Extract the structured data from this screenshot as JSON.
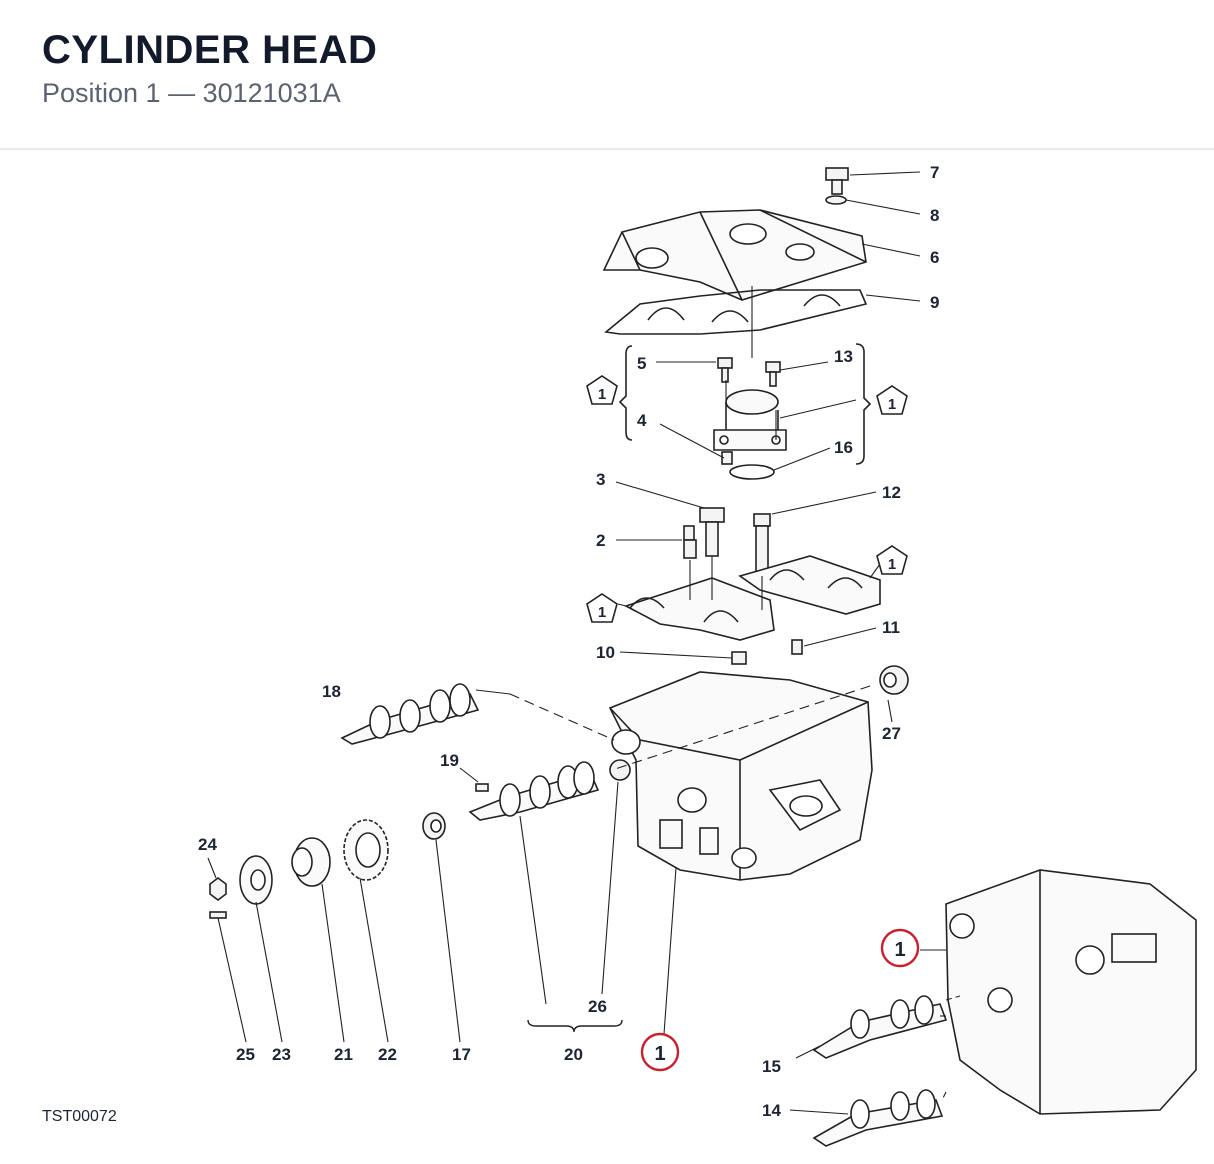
{
  "header": {
    "title": "CYLINDER HEAD",
    "subtitle": "Position 1 — 30121031A"
  },
  "footer": {
    "code": "TST00072"
  },
  "callouts": {
    "c7": "7",
    "c8": "8",
    "c6": "6",
    "c9": "9",
    "c5": "5",
    "c13": "13",
    "c4": "4",
    "c16": "16",
    "c3": "3",
    "c12": "12",
    "c2": "2",
    "c10": "10",
    "c11": "11",
    "c18": "18",
    "c27": "27",
    "c19": "19",
    "c24": "24",
    "c25": "25",
    "c23": "23",
    "c21": "21",
    "c22": "22",
    "c17": "17",
    "c20": "20",
    "c26": "26",
    "c15": "15",
    "c14": "14"
  },
  "markers": {
    "pent_left_1": "1",
    "pent_right_1": "1",
    "pent_cap_right": "1",
    "pent_cap_left": "1",
    "circle_main": "1",
    "circle_inset": "1"
  },
  "colors": {
    "accent_red": "#c8202f",
    "ink": "#1d2433",
    "line": "#222222"
  }
}
